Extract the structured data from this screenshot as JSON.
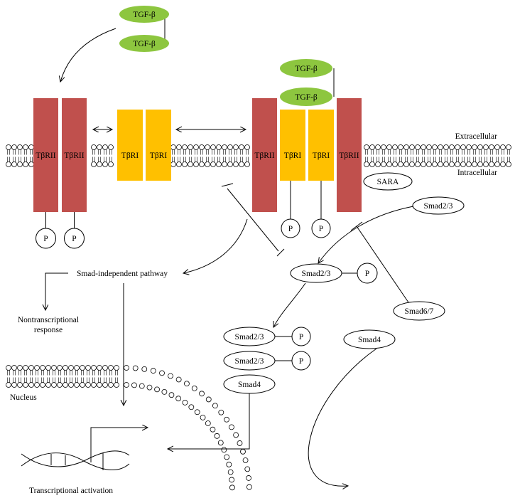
{
  "colors": {
    "tgf": "#8dc63f",
    "receptor_II": "#c0504d",
    "receptor_I": "#ffc000",
    "line": "#000000"
  },
  "ligands": {
    "top_pair": [
      "TGF-β",
      "TGF-β"
    ],
    "bound_pair": [
      "TGF-β",
      "TGF-β"
    ]
  },
  "receptors": {
    "type_II": "TβRII",
    "type_I": "TβRI"
  },
  "membrane_labels": {
    "extracellular": "Extracellular",
    "intracellular": "Intracellular",
    "nucleus": "Nucleus"
  },
  "phospho": "P",
  "proteins": {
    "sara": "SARA",
    "smad23_free": "Smad2/3",
    "smad23_phos": "Smad2/3",
    "smad67": "Smad6/7",
    "smad23_complex_a": "Smad2/3",
    "smad23_complex_b": "Smad2/3",
    "smad4_complex": "Smad4",
    "smad4_free": "Smad4"
  },
  "pathways": {
    "smad_independent": "Smad-independent pathway",
    "nontranscriptional_line1": "Nontranscriptional",
    "nontranscriptional_line2": "response",
    "transcriptional": "Transcriptional activation"
  }
}
